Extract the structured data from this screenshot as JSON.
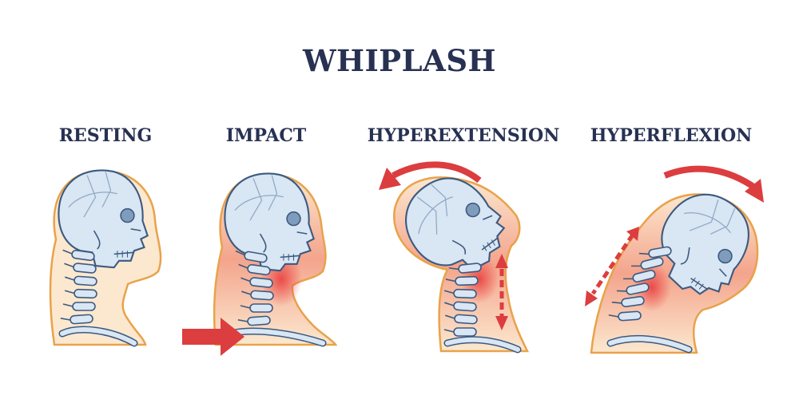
{
  "title": "WHIPLASH",
  "stages": [
    {
      "label": "RESTING"
    },
    {
      "label": "IMPACT"
    },
    {
      "label": "HYPEREXTENSION"
    },
    {
      "label": "HYPERFLEXION"
    }
  ],
  "colors": {
    "title": "#273152",
    "skin_outline": "#e9a24a",
    "skin_fill": "#fbe8cf",
    "bone_fill": "#d9e6f3",
    "bone_outline": "#3b5a80",
    "pain": "#e23b3b",
    "arrow": "#dc3d3f"
  }
}
